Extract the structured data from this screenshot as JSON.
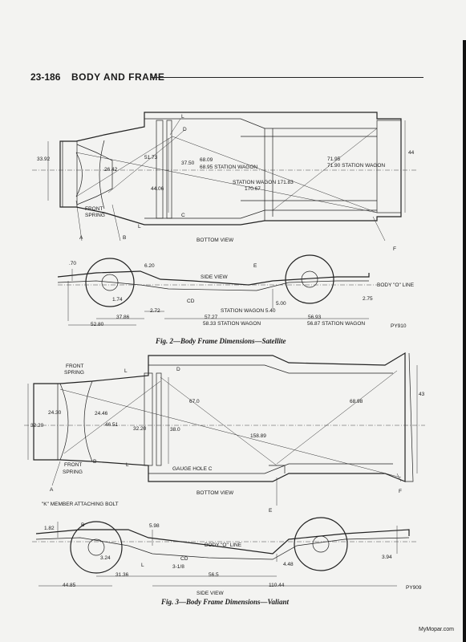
{
  "header": {
    "page_number": "23-186",
    "title": "BODY AND FRAME"
  },
  "fig2": {
    "caption": "Fig. 2—Body Frame Dimensions—Satellite",
    "code": "PY910",
    "bottom_view": "BOTTOM VIEW",
    "side_view": "SIDE VIEW",
    "labels": {
      "a": "A",
      "b": "B",
      "c": "C",
      "d": "D",
      "e": "E",
      "f": "F",
      "l1": "L",
      "l2": "L",
      "front_spring_1": "FRONT",
      "front_spring_2": "SPRING",
      "d3392": "33.92",
      "d2642": "26.42",
      "d5173": "51.73",
      "d3750": "37.50",
      "d4406": "44.06",
      "d6809": "68.09",
      "d6895sw": "68.95 STATION WAGON",
      "d7195": "71.95",
      "d7190sw": "71.90 STATION WAGON",
      "sw17183": "STATION WAGON 171.83",
      "d17067": "170.67",
      "d44": "44",
      "d70": ".70",
      "d620": "6.20",
      "d174": "1.74",
      "d272": "2.72",
      "cd": "CD",
      "d500": "5.00",
      "body_o_line": "BODY \"O\" LINE",
      "d275": "2.75",
      "d3786": "37.86",
      "d5280": "52.80",
      "d5727": "57.27",
      "d5833sw": "58.33 STATION WAGON",
      "sw540": "STATION WAGON 5.40",
      "d5693": "56.93",
      "d5687sw": "56.87 STATION WAGON"
    }
  },
  "fig3": {
    "caption": "Fig. 3—Body Frame Dimensions—Valiant",
    "code": "PY909",
    "bottom_view": "BOTTOM VIEW",
    "side_view": "SIDE VIEW",
    "labels": {
      "front_top_1": "FRONT",
      "front_top_2": "SPRING",
      "front_bot_1": "FRONT",
      "front_bot_2": "SPRING",
      "l1": "L",
      "d": "D",
      "l2": "L",
      "b": "B",
      "a": "A",
      "e": "E",
      "f": "F",
      "b2": "B",
      "d2430": "24.30",
      "d3220a": "32.20",
      "d2446": "24.46",
      "d4651": "46.51",
      "d3220b": "32.20",
      "d380": "38.0",
      "d670": "67.0",
      "d15889": "158.89",
      "d6898": "68.98",
      "d43": "43",
      "gauge": "GAUGE HOLE C",
      "k_member": "\"K\" MEMBER ATTACHING BOLT",
      "d182": "1.82",
      "d598": "5.98",
      "body_o_line": "BODY \"O\" LINE",
      "d124": "3.24",
      "cd": "CD",
      "d318": "3-1/8",
      "l3": "L",
      "d3136": "31.36",
      "d565": "56.5",
      "d448": "4.48",
      "d394": "3.94",
      "d4485": "44.85",
      "d11044": "110.44"
    }
  },
  "credit": "MyMopar.com"
}
